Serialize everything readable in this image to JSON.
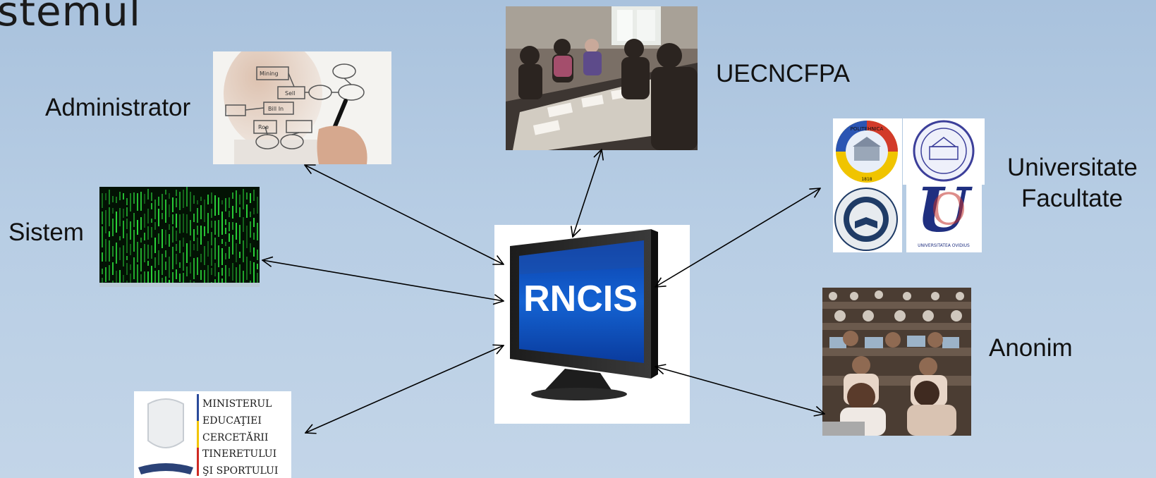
{
  "slide": {
    "title_partial": "stemul"
  },
  "center": {
    "label": "RNCIS"
  },
  "actors": {
    "administrator": "Administrator",
    "sistem": "Sistem",
    "uecncfpa": "UECNCFPA",
    "universitate": "Universitate",
    "facultate": "Facultate",
    "anonim": "Anonim"
  },
  "ministry_logo": {
    "lines": [
      "MINISTERUL",
      "EDUCAŢIEI",
      "CERCETĂRII",
      "TINERETULUI",
      "ŞI SPORTULUI"
    ]
  },
  "flowchart_sketch": {
    "words": [
      "Mining",
      "Sell",
      "Bill In",
      "Roe"
    ]
  },
  "university_logos": {
    "seal_text": [
      "POLITEHNICA",
      "1818"
    ],
    "script_text": "UNIVERSITATEA OVIDIUS"
  },
  "colors": {
    "background": "#b7cde4",
    "screen_blue": "#0d4fb8",
    "arrow": "#000000",
    "matrix_green": "#2bd63a"
  }
}
